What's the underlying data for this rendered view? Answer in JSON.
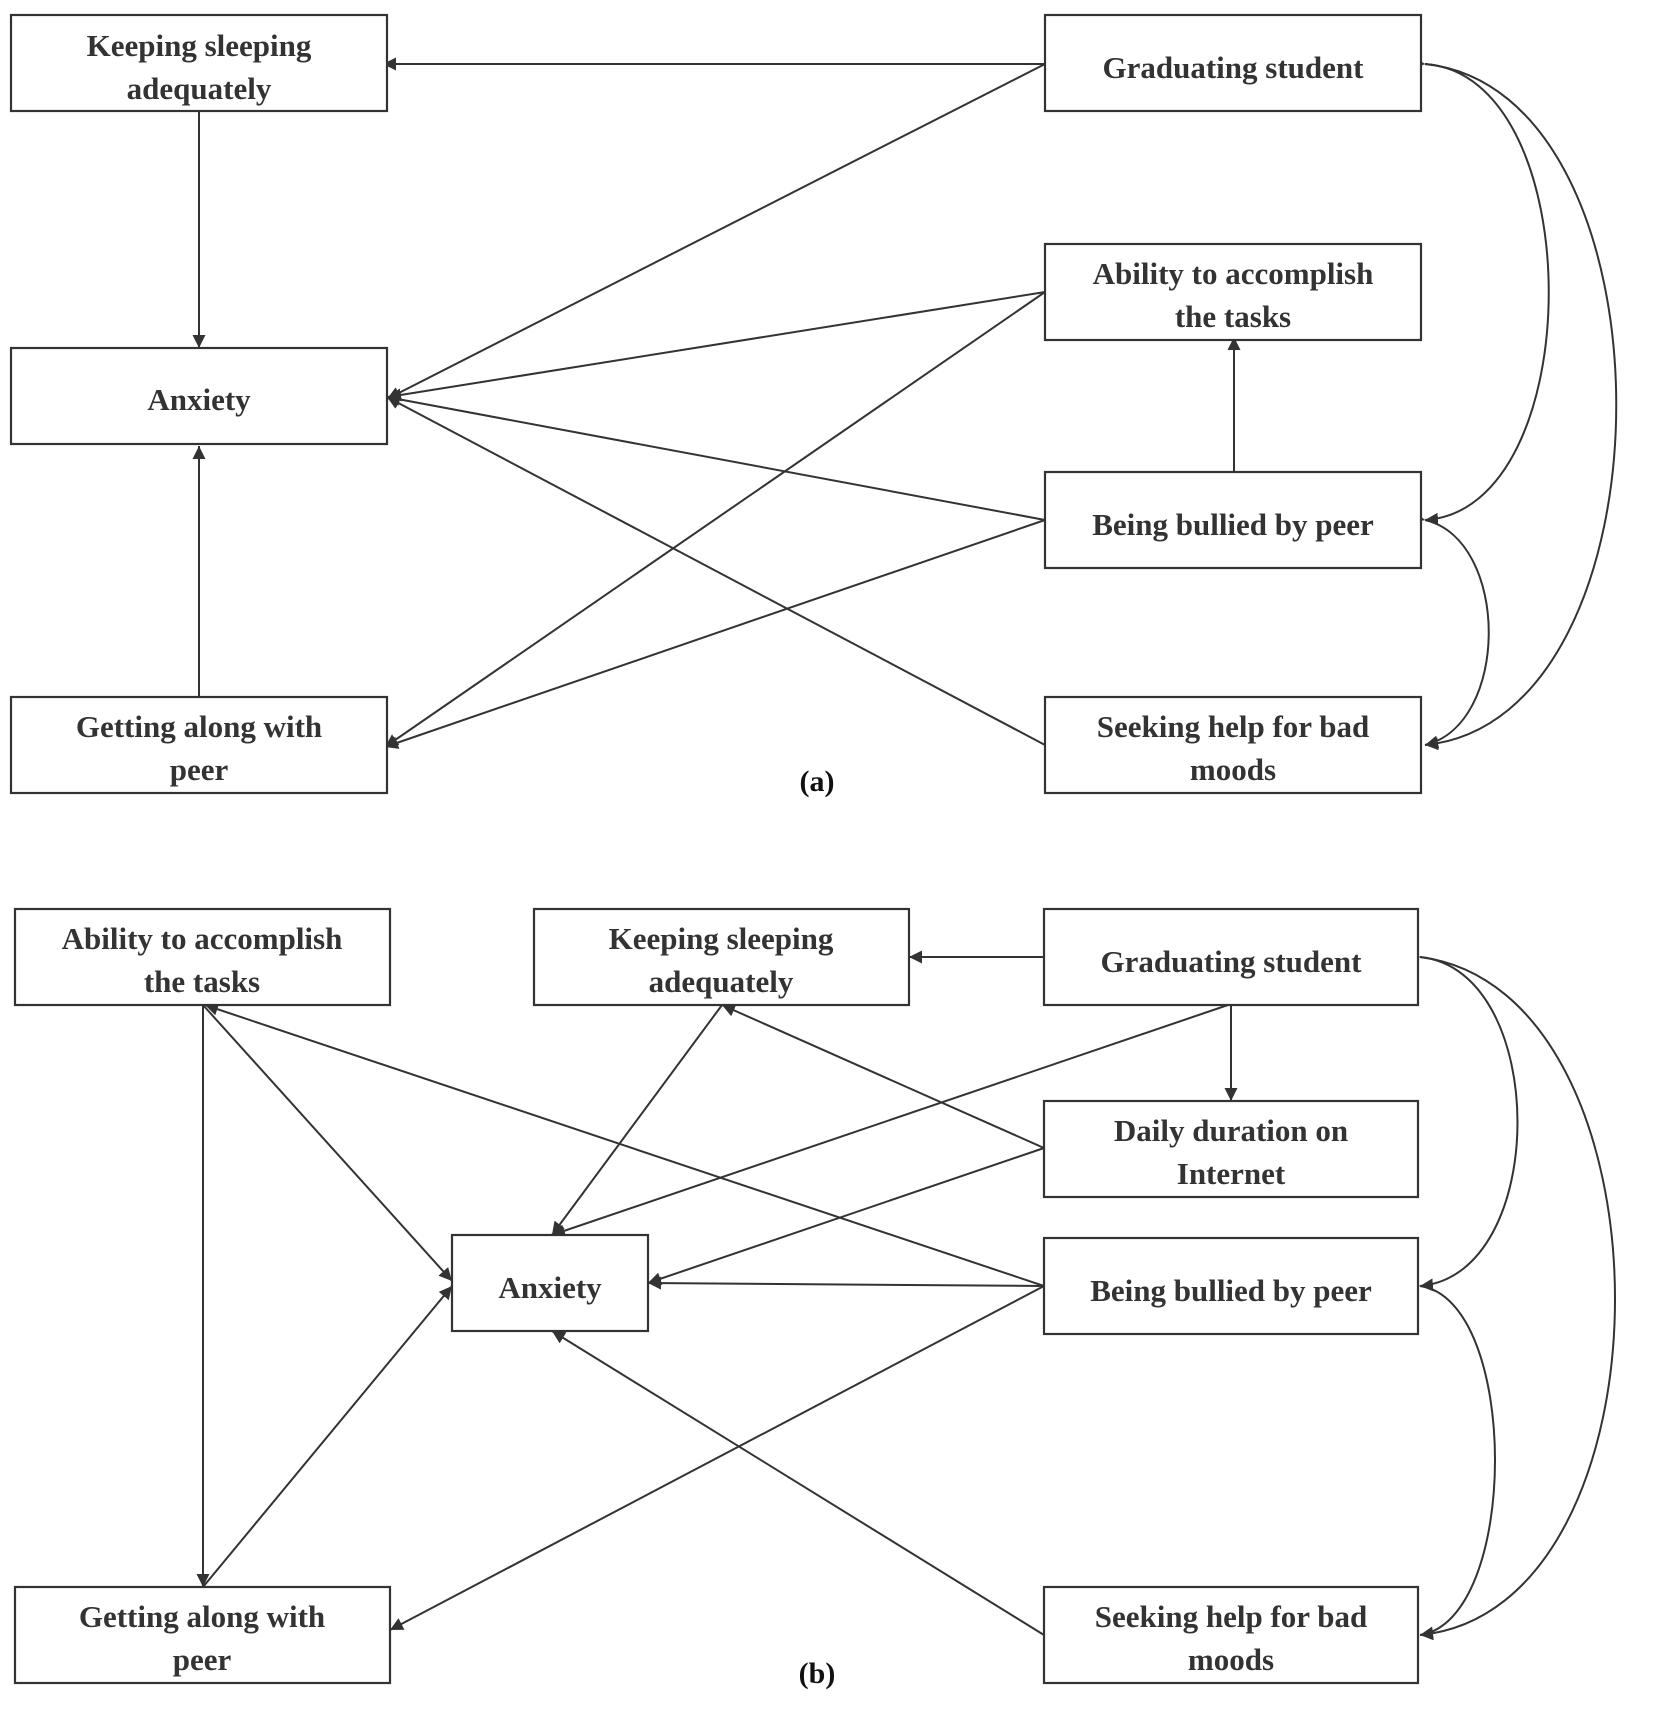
{
  "panels": [
    {
      "id": "a",
      "label": "(a)",
      "nodes": [
        {
          "id": "sleep",
          "lines": [
            "Keeping sleeping",
            "adequately"
          ]
        },
        {
          "id": "anxiety",
          "lines": [
            "Anxiety"
          ]
        },
        {
          "id": "peer",
          "lines": [
            "Getting along with",
            "peer"
          ]
        },
        {
          "id": "grad",
          "lines": [
            "Graduating student"
          ]
        },
        {
          "id": "tasks",
          "lines": [
            "Ability to accomplish",
            "the tasks"
          ]
        },
        {
          "id": "bullied",
          "lines": [
            "Being bullied by peer"
          ]
        },
        {
          "id": "help",
          "lines": [
            "Seeking help for bad",
            "moods"
          ]
        }
      ],
      "edges": [
        {
          "from": "grad",
          "to": "sleep"
        },
        {
          "from": "sleep",
          "to": "anxiety"
        },
        {
          "from": "peer",
          "to": "anxiety"
        },
        {
          "from": "grad",
          "to": "anxiety"
        },
        {
          "from": "tasks",
          "to": "anxiety"
        },
        {
          "from": "bullied",
          "to": "anxiety"
        },
        {
          "from": "help",
          "to": "anxiety"
        },
        {
          "from": "tasks",
          "to": "peer"
        },
        {
          "from": "bullied",
          "to": "peer"
        },
        {
          "from": "bullied",
          "to": "tasks"
        }
      ],
      "correlations": [
        {
          "between": [
            "grad",
            "bullied"
          ]
        },
        {
          "between": [
            "grad",
            "help"
          ]
        },
        {
          "between": [
            "bullied",
            "help"
          ]
        }
      ]
    },
    {
      "id": "b",
      "label": "(b)",
      "nodes": [
        {
          "id": "tasks",
          "lines": [
            "Ability to accomplish",
            "the tasks"
          ]
        },
        {
          "id": "sleep",
          "lines": [
            "Keeping sleeping",
            "adequately"
          ]
        },
        {
          "id": "grad",
          "lines": [
            "Graduating student"
          ]
        },
        {
          "id": "internet",
          "lines": [
            "Daily duration on",
            "Internet"
          ]
        },
        {
          "id": "anxiety",
          "lines": [
            "Anxiety"
          ]
        },
        {
          "id": "bullied",
          "lines": [
            "Being bullied by peer"
          ]
        },
        {
          "id": "peer",
          "lines": [
            "Getting along with",
            "peer"
          ]
        },
        {
          "id": "help",
          "lines": [
            "Seeking help for bad",
            "moods"
          ]
        }
      ],
      "edges": [
        {
          "from": "grad",
          "to": "sleep"
        },
        {
          "from": "grad",
          "to": "internet"
        },
        {
          "from": "grad",
          "to": "anxiety"
        },
        {
          "from": "internet",
          "to": "sleep"
        },
        {
          "from": "internet",
          "to": "anxiety"
        },
        {
          "from": "sleep",
          "to": "anxiety"
        },
        {
          "from": "tasks",
          "to": "anxiety"
        },
        {
          "from": "tasks",
          "to": "peer"
        },
        {
          "from": "peer",
          "to": "anxiety"
        },
        {
          "from": "bullied",
          "to": "anxiety"
        },
        {
          "from": "bullied",
          "to": "tasks"
        },
        {
          "from": "bullied",
          "to": "peer"
        },
        {
          "from": "help",
          "to": "anxiety"
        }
      ],
      "correlations": [
        {
          "between": [
            "grad",
            "bullied"
          ]
        },
        {
          "between": [
            "grad",
            "help"
          ]
        },
        {
          "between": [
            "bullied",
            "help"
          ]
        }
      ]
    }
  ]
}
